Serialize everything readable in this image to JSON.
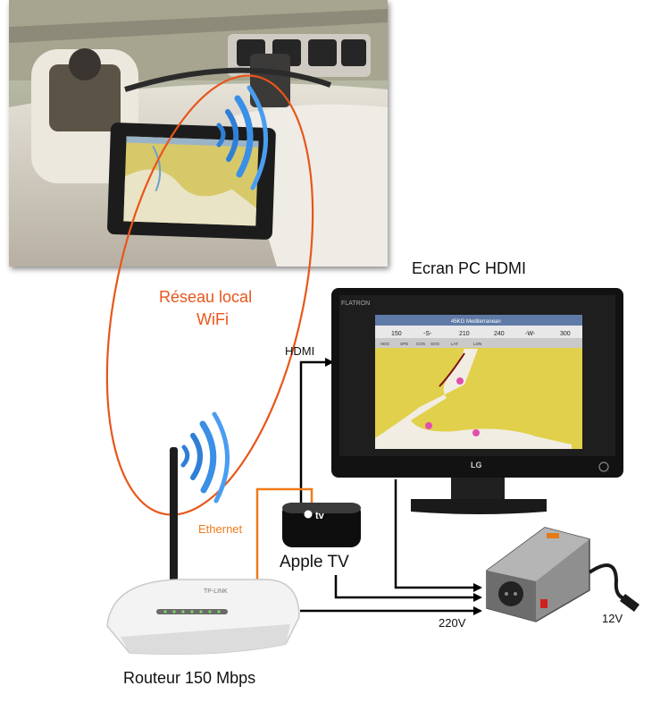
{
  "labels": {
    "wifi_line1": "Réseau local",
    "wifi_line2": "WiFi",
    "monitor_title": "Ecran PC HDMI",
    "hdmi": "HDMI",
    "ethernet": "Ethernet",
    "apple_tv": "Apple TV",
    "router": "Routeur 150 Mbps",
    "v220": "220V",
    "v12": "12V"
  },
  "devices": {
    "router_brand": "TP-LINK",
    "monitor_brand": "FLATRON",
    "monitor_logo": "LG",
    "appletv_logo": "tv"
  },
  "chart_screen": {
    "title": "45KG Mediterranean",
    "scale": [
      "150",
      "-S-",
      "210",
      "240",
      "-W-",
      "300"
    ],
    "data_headers": [
      "HDG",
      "SPD",
      "COG",
      "SOG",
      "LAT",
      "LON"
    ]
  },
  "colors": {
    "wifi_outline": "#e8561b",
    "ethernet": "#f07a1a",
    "wifi_blue": "#2f7fd6",
    "arrows": "#000000"
  }
}
